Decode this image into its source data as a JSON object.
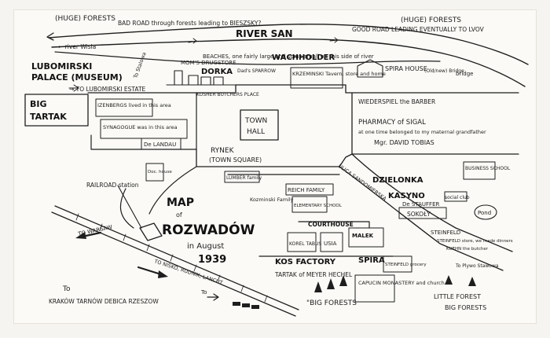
{
  "title": {
    "map": "MAP",
    "of": "of",
    "name": "ROZWADÓW",
    "in": "in August",
    "year": "1939"
  },
  "labels": {
    "huge_forests_left": "(HUGE) FORESTS",
    "bad_road": "BAD ROAD through forests leading to BIESZSKY?",
    "huge_forests_right": "(HUGE) FORESTS",
    "river_wisla": "← river Wisla",
    "river_san": "RIVER SAN",
    "good_road": "GOOD ROAD LEADING EVENTUALLY TO LVOV",
    "beaches": "BEACHES, one fairly large and some small on this side of river",
    "bridge": "bridge",
    "lubomirski_palace_1": "LUBOMIRSKI",
    "lubomirski_palace_2": "PALACE (MUSEUM)",
    "to_stalowa": "To Stalowa",
    "to_lubomirski_estate": "→ TO LUBOMIRSKI ESTATE",
    "big_tartak_1": "BIG",
    "big_tartak_2": "TARTAK",
    "izenbergs": "IZENBERGS lived in this area",
    "synagogue": "SYNAGOGUE was in this area",
    "delandau": "De LANDAU",
    "moms_drugstore": "MOM'S DRUGSTORE",
    "dorka": "DORKA",
    "dads_sparrow": "Dad's SPARROW",
    "kosher_butchers": "KOSHER BUTCHERS PLACE",
    "krzeminski": "KRZEMINSKI Tavern, store and home",
    "wachholder": "WACHHOLDER",
    "spira_house": "SPIRA HOUSE",
    "new_bridge": "(Old/new) Bridge",
    "wiederspiel": "WIEDERSPIEL the BARBER",
    "town_hall_1": "TOWN",
    "town_hall_2": "HALL",
    "pharmacy": "PHARMACY of SIGAL",
    "pharmacy_note": "at one time belonged to my maternal grandfather",
    "pharmacy_owner": "Mgr. DAVID TOBIAS",
    "rynek": "RYNEK",
    "town_square": "(TOWN SQUARE)",
    "railroad_station": "RAILROAD station",
    "dr_house": "Doc. house",
    "lumber_family": "LUMBER family",
    "ulica": "ULICA SANDOMIERSKA",
    "dzielonka": "DZIELONKA",
    "business_school": "BUSINESS SCHOOL",
    "kasyno": "KASYNO",
    "social_club": "social club",
    "de_staufer": "De STAUFFER",
    "sokoly": "SOKOŁY",
    "pond": "Pond",
    "reich_family": "REICH FAMILY",
    "kozminski": "Kozminski Family",
    "elementary_school": "ELEMENTARY SCHOOL",
    "courthouse": "COURTHOUSE",
    "korel_tabus": "KOREL TABUS",
    "usia": "USIA",
    "malek": "MALEK",
    "steinfeld": "STEINFELD",
    "steinfeld_store": "STEINFELD store, we made dinners",
    "kuehn": "KUEHN the butcher",
    "kos_factory": "KOS FACTORY",
    "spira": "SPIRA",
    "to_warsaw": "TO WARSAW",
    "to_nisko": "TO NISKO, RUDNIK, LANCUT",
    "tartak_meyer": "TARTAK of MEYER HECHEL",
    "steinfeld_grocery": "STEINFELD grocery",
    "capucin": "CAPUCIN MONASTERY and church",
    "to_plywo": "To Plywo Stawowa",
    "little_forest": "LITTLE FOREST",
    "big_forests_bottom": "\"BIG FORESTS",
    "big_forests_br": "BIG FORESTS",
    "to_word": "To",
    "destinations": "KRAKÓW  TARNÓW  DEBICA  RZESZOW",
    "to_small": "To"
  },
  "colors": {
    "paper": "#fbfaf6",
    "ink": "#1e1e1e"
  }
}
